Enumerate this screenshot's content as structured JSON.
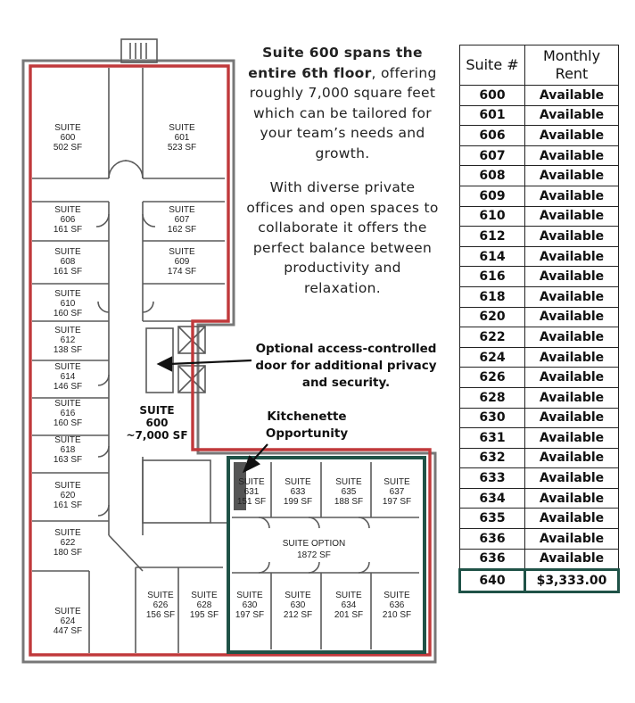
{
  "description": {
    "paragraph1": "Suite 600 spans the entire 6th floor, offering roughly 7,000 square feet which can be tailored for your team’s needs and growth.",
    "paragraph1_bold_prefix": "Suite 600 spans the",
    "paragraph1_bold_phrase": "entire 6th floor",
    "paragraph1_bold_rest": ", offering roughly 7,000 square feet which can be tailored for your team’s needs and growth.",
    "paragraph2": "With diverse private offices and open spaces to collaborate it offers the perfect balance between productivity and relaxation."
  },
  "callouts": {
    "access_door": "Optional access-controlled door for additional privacy and security.",
    "kitchenette": "Kitchenette Opportunity"
  },
  "floor_plan": {
    "suites": [
      {
        "label": "SUITE",
        "number": "600",
        "area": "502 SF"
      },
      {
        "label": "SUITE",
        "number": "601",
        "area": "523 SF"
      },
      {
        "label": "SUITE",
        "number": "606",
        "area": "161 SF"
      },
      {
        "label": "SUITE",
        "number": "607",
        "area": "162 SF"
      },
      {
        "label": "SUITE",
        "number": "608",
        "area": "161 SF"
      },
      {
        "label": "SUITE",
        "number": "609",
        "area": "174 SF"
      },
      {
        "label": "SUITE",
        "number": "610",
        "area": "160 SF"
      },
      {
        "label": "SUITE",
        "number": "612",
        "area": "138 SF"
      },
      {
        "label": "SUITE",
        "number": "614",
        "area": "146 SF"
      },
      {
        "label": "SUITE",
        "number": "616",
        "area": "160 SF"
      },
      {
        "label": "SUITE",
        "number": "618",
        "area": "163 SF"
      },
      {
        "label": "SUITE",
        "number": "620",
        "area": "161 SF"
      },
      {
        "label": "SUITE",
        "number": "622",
        "area": "180 SF"
      },
      {
        "label": "SUITE",
        "number": "624",
        "area": "447 SF"
      },
      {
        "label": "SUITE",
        "number": "626",
        "area": "156 SF"
      },
      {
        "label": "SUITE",
        "number": "628",
        "area": "195 SF"
      },
      {
        "label": "SUITE",
        "number": "630",
        "area": "197 SF"
      },
      {
        "label": "SUITE",
        "number": "630",
        "area": "212 SF"
      },
      {
        "label": "SUITE",
        "number": "634",
        "area": "201 SF"
      },
      {
        "label": "SUITE",
        "number": "636",
        "area": "210 SF"
      },
      {
        "label": "SUITE",
        "number": "631",
        "area": "151 SF"
      },
      {
        "label": "SUITE",
        "number": "633",
        "area": "199 SF"
      },
      {
        "label": "SUITE",
        "number": "635",
        "area": "188 SF"
      },
      {
        "label": "SUITE",
        "number": "637",
        "area": "197 SF"
      }
    ],
    "floor_label_line1": "SUITE",
    "floor_label_line2": "600",
    "floor_label_line3": "~7,000 SF",
    "option_label_line1": "SUITE OPTION",
    "option_label_line2": "1872 SF",
    "colors": {
      "floor_outline": "#c0393b",
      "option_outline": "#1f5247",
      "walls": "#5a5a5a"
    }
  },
  "rent_table": {
    "header_suite": "Suite #",
    "header_rent_line1": "Monthly",
    "header_rent_line2": "Rent",
    "rows": [
      {
        "suite": "600",
        "rent": "Available"
      },
      {
        "suite": "601",
        "rent": "Available"
      },
      {
        "suite": "606",
        "rent": "Available"
      },
      {
        "suite": "607",
        "rent": "Available"
      },
      {
        "suite": "608",
        "rent": "Available"
      },
      {
        "suite": "609",
        "rent": "Available"
      },
      {
        "suite": "610",
        "rent": "Available"
      },
      {
        "suite": "612",
        "rent": "Available"
      },
      {
        "suite": "614",
        "rent": "Available"
      },
      {
        "suite": "616",
        "rent": "Available"
      },
      {
        "suite": "618",
        "rent": "Available"
      },
      {
        "suite": "620",
        "rent": "Available"
      },
      {
        "suite": "622",
        "rent": "Available"
      },
      {
        "suite": "624",
        "rent": "Available"
      },
      {
        "suite": "626",
        "rent": "Available"
      },
      {
        "suite": "628",
        "rent": "Available"
      },
      {
        "suite": "630",
        "rent": "Available"
      },
      {
        "suite": "631",
        "rent": "Available"
      },
      {
        "suite": "632",
        "rent": "Available"
      },
      {
        "suite": "633",
        "rent": "Available"
      },
      {
        "suite": "634",
        "rent": "Available"
      },
      {
        "suite": "635",
        "rent": "Available"
      },
      {
        "suite": "636",
        "rent": "Available"
      },
      {
        "suite": "636",
        "rent": "Available"
      }
    ],
    "highlight_row": {
      "suite": "640",
      "rent": "$3,333.00"
    }
  }
}
